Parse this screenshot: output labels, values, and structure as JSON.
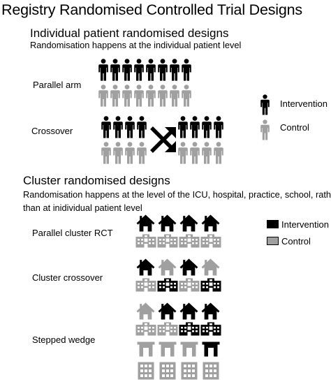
{
  "title": "Registry Randomised Controlled Trial Designs",
  "individual": {
    "heading": "Individual patient randomised designs",
    "subheading": "Randomisation happens at the individual patient level",
    "parallel_label": "Parallel arm",
    "crossover_label": "Crossover"
  },
  "individual_legend": {
    "intervention": "Intervention",
    "control": "Control"
  },
  "cluster": {
    "heading": "Cluster randomised designs",
    "subheading": "Randomisation happens at the level of the ICU, hospital, practice, school, rather than at inidividual patient level",
    "parallel_label": "Parallel cluster RCT",
    "crossover_label": "Cluster crossover",
    "stepped_label": "Stepped wedge"
  },
  "cluster_legend": {
    "intervention": "Intervention",
    "control": "Control"
  },
  "colors": {
    "intervention": "#000000",
    "control": "#a0a0a0"
  }
}
